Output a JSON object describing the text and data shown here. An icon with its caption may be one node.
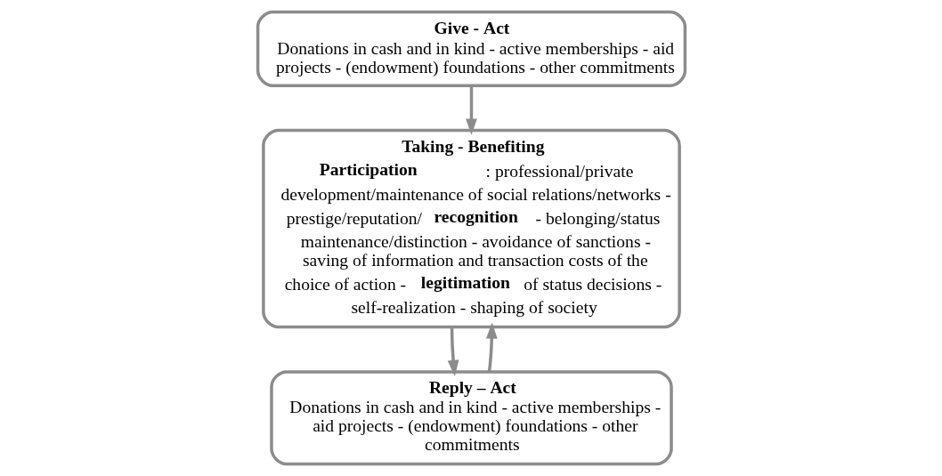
{
  "diagram": {
    "nodes": [
      {
        "text": [
          "Give - Act",
          "Donations in cash and in kind - active memberships - aid projects - (endowment) foundations - other commitments"
        ]
      },
      {
        "text": [
          "Taking - Benefiting",
          "**Participation**: professional/private development/maintenance of social relations/networks - prestige/reputation/**recognition** - belonging/status maintenance/distinction - avoidance of sanctions - saving of information and transaction costs of the choice of action - **legitimation** of status decisions - self-realization - shaping of society"
        ]
      },
      {
        "text": [
          "Reply – Act",
          "Donations in cash and in kind - active memberships - aid projects - (endowment) foundations - other commitments"
        ]
      }
    ],
    "edges": [
      {
        "from": 0,
        "to": 1,
        "arrow": "to"
      },
      {
        "from": 1,
        "to": 2,
        "arrow": "to"
      },
      {
        "from": 2,
        "to": 1,
        "arrow": "to"
      }
    ]
  }
}
